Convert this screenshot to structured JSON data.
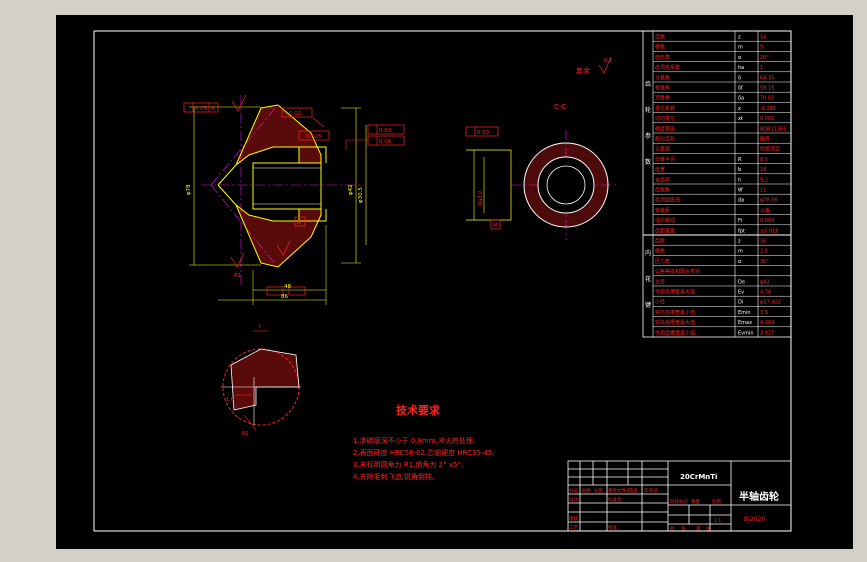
{
  "section_label": "C-C",
  "roughness_note": "其余",
  "roughness_value": "6.3",
  "detail_label": "I",
  "tech_requirements": {
    "title": "技术要求",
    "items": [
      "1.渗碳层深不小于 0.8mm,淬火热处理;",
      "2.表面硬度 HRC58-62,芯部硬度 HRC35-45;",
      "3.未标明圆角为 R1,倒角为 2° x5°;",
      "4.去除毛刺飞边,锐角倒钝。"
    ]
  },
  "title_block": {
    "material": "20CrMnTi",
    "part_name": "半轴齿轮",
    "drawing_no": "BJ2020",
    "cells": [
      "标记",
      "处数",
      "分区",
      "更改文件号",
      "签名",
      "年月日",
      "设计",
      "标准化",
      "审核",
      "工艺",
      "批准",
      "阶段标记",
      "重量",
      "比例",
      "共",
      "张",
      "第",
      "张",
      "1:1"
    ]
  },
  "param_table": {
    "side_labels": [
      "齿",
      "轮",
      "参",
      "数"
    ],
    "rows": [
      {
        "name": "齿数",
        "sym": "z",
        "val": "16"
      },
      {
        "name": "模数",
        "sym": "m",
        "val": "5"
      },
      {
        "name": "齿形角",
        "sym": "α",
        "val": "20°"
      },
      {
        "name": "齿顶高系数",
        "sym": "ha",
        "val": "1"
      },
      {
        "name": "分锥角",
        "sym": "δ",
        "val": "64.35"
      },
      {
        "name": "根锥角",
        "sym": "δf",
        "val": "59.15"
      },
      {
        "name": "顶锥角",
        "sym": "δa",
        "val": "70.02"
      },
      {
        "name": "变位系数",
        "sym": "x",
        "val": "-0.285"
      },
      {
        "name": "切向变位",
        "sym": "xt",
        "val": "0.082"
      },
      {
        "name": "精度等级",
        "sym": "",
        "val": "8GB11365"
      },
      {
        "name": "配对齿轮",
        "sym": "",
        "val": "图号"
      },
      {
        "name": "公差组",
        "sym": "",
        "val": "检验项目"
      },
      {
        "name": "分锥半径",
        "sym": "R",
        "val": "8.5"
      },
      {
        "name": "齿宽",
        "sym": "b",
        "val": "18"
      },
      {
        "name": "全齿高",
        "sym": "h",
        "val": "9.2"
      },
      {
        "name": "齿根角",
        "sym": "θf",
        "val": "11"
      },
      {
        "name": "齿顶圆直径",
        "sym": "da",
        "val": "φ78.56"
      },
      {
        "name": "安装距",
        "sym": "",
        "val": "公差"
      },
      {
        "name": "径向跳动",
        "sym": "Fr",
        "val": "0.060"
      },
      {
        "name": "齿距偏差",
        "sym": "fpt",
        "val": "±0.016"
      }
    ],
    "spline_rows": [
      {
        "name": "齿数",
        "sym": "z",
        "val": "16"
      },
      {
        "name": "模数",
        "sym": "m",
        "val": "2.5"
      },
      {
        "name": "压力角",
        "sym": "α",
        "val": "30°"
      },
      {
        "name": "公差等级和配合类别",
        "sym": "",
        "val": ""
      },
      {
        "name": "大径",
        "sym": "De",
        "val": "φ42"
      },
      {
        "name": "作用齿槽宽最大值",
        "sym": "Ev",
        "val": "4.76"
      },
      {
        "name": "小径",
        "sym": "Di",
        "val": "φ37.402"
      },
      {
        "name": "实际齿槽宽最小值",
        "sym": "Emin",
        "val": "3.9"
      },
      {
        "name": "实际齿槽宽最大值",
        "sym": "Emax",
        "val": "4.164"
      },
      {
        "name": "作用齿槽宽最小值",
        "sym": "Evmin",
        "val": "3.927"
      }
    ],
    "spline_side": [
      "内",
      "花",
      "键"
    ]
  },
  "dims": [
    "0.03",
    "A",
    "0.02",
    "φ78",
    "φ42",
    "φ30.5",
    "64.35",
    "Ra3.2",
    "0.025",
    "0.06",
    "M",
    "1.6",
    "R1",
    "86",
    "48"
  ],
  "colors": {
    "bg": "#000000",
    "frame": "#ffffff",
    "outline": "#ffff00",
    "text": "#ff2020",
    "center": "#ff00ff",
    "hatch": "#ff2020"
  }
}
